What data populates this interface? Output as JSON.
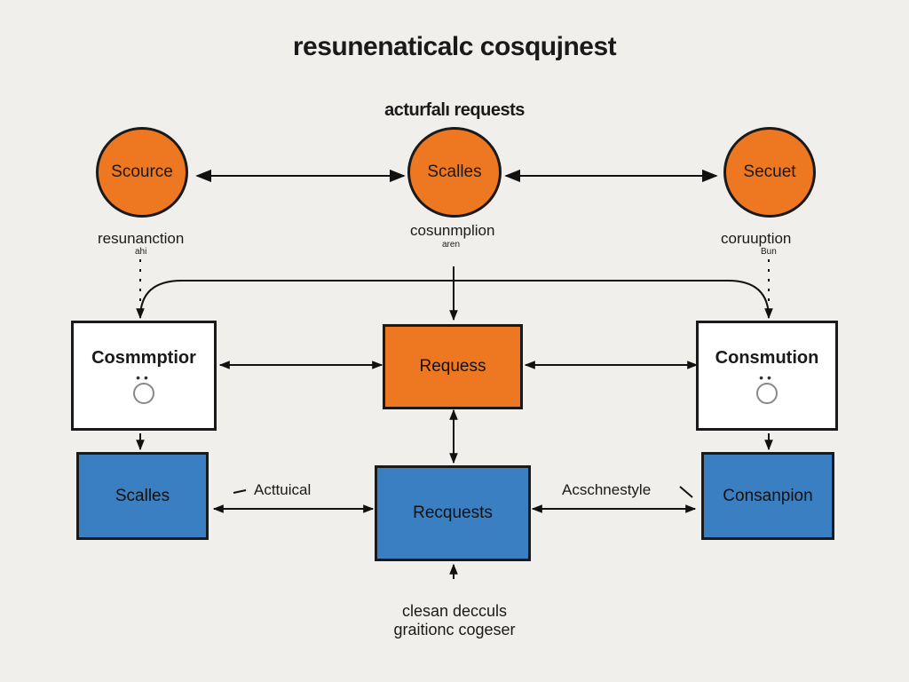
{
  "title": "resunenaticalc cosqujnest",
  "subtitle": "acturfalı requests",
  "circles": [
    {
      "label": "Scource",
      "caption": "resunanction",
      "subcaption": "ahi"
    },
    {
      "label": "Scalles",
      "caption": "cosunmplion",
      "subcaption": "aren"
    },
    {
      "label": "Secuet",
      "caption": "coruuption",
      "subcaption": "Bun"
    }
  ],
  "middle_boxes": [
    {
      "label": "Cosmmptior",
      "dots": "••"
    },
    {
      "label": "Requess"
    },
    {
      "label": "Consmution",
      "dots": "••"
    }
  ],
  "bottom_boxes": [
    {
      "label": "Scalles"
    },
    {
      "label": "Recquests"
    },
    {
      "label": "Consanpion"
    }
  ],
  "edge_labels": {
    "left": "Acttuical",
    "right": "Acschnestyle"
  },
  "footer": {
    "line1": "clesan decculs",
    "line2": "graitionc cogeser"
  },
  "colors": {
    "orange": "#ee7722",
    "blue": "#3a7fc1",
    "white_box": "#ffffff",
    "background": "#f1efec"
  }
}
